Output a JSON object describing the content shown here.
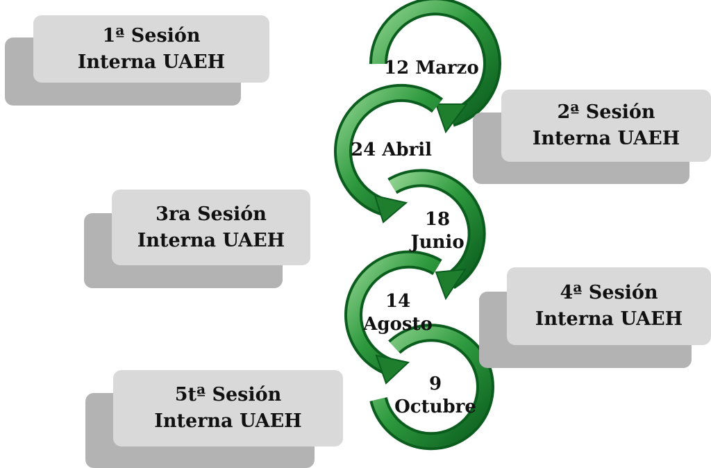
{
  "colors": {
    "arrow_dark": "#0b5d1e",
    "arrow_mid": "#2e9a3e",
    "arrow_light": "#8fd38f",
    "box_fill": "#d9d9d9",
    "box_shadow": "#b3b3b3",
    "text": "#111111"
  },
  "sessions": [
    {
      "line1": "1ª Sesión",
      "line2": "Interna UAEH"
    },
    {
      "line1": "2ª Sesión",
      "line2": "Interna UAEH"
    },
    {
      "line1": "3ra Sesión",
      "line2": "Interna UAEH"
    },
    {
      "line1": "4ª Sesión",
      "line2": "Interna UAEH"
    },
    {
      "line1": "5tª Sesión",
      "line2": "Interna UAEH"
    }
  ],
  "dates": [
    {
      "text": "12 Marzo"
    },
    {
      "line1": "24 Abril"
    },
    {
      "line1": "18",
      "line2": "Junio"
    },
    {
      "line1": "14",
      "line2": "Agosto"
    },
    {
      "line1": "9",
      "line2": "Octubre"
    }
  ]
}
